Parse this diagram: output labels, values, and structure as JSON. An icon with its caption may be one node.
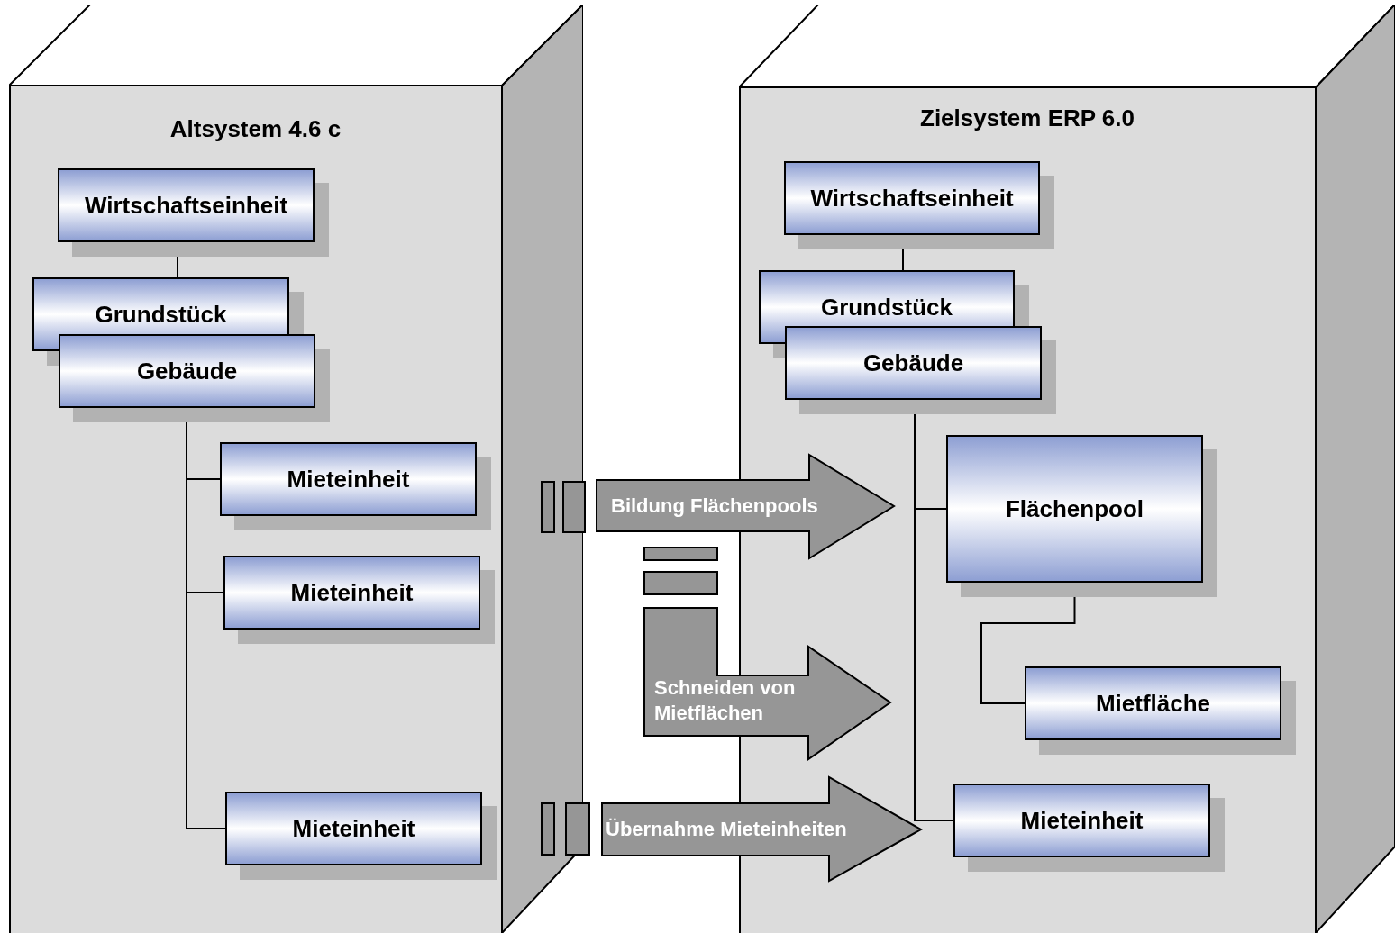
{
  "diagram": {
    "nodes": [
      {
        "text": [
          "Altsystem 4.6 c"
        ]
      },
      {
        "text": [
          "Wirtschaftseinheit"
        ],
        "in": 0
      },
      {
        "text": [
          "Grundstück"
        ],
        "in": 0
      },
      {
        "text": [
          "Gebäude"
        ],
        "in": 0
      },
      {
        "text": [
          "Mieteinheit"
        ],
        "in": 0
      },
      {
        "text": [
          "Mieteinheit"
        ],
        "in": 0
      },
      {
        "text": [
          "Mieteinheit"
        ],
        "in": 0
      },
      {
        "text": [
          "Zielsystem ERP 6.0"
        ]
      },
      {
        "text": [
          "Wirtschaftseinheit"
        ],
        "in": 7
      },
      {
        "text": [
          "Grundstück"
        ],
        "in": 7
      },
      {
        "text": [
          "Gebäude"
        ],
        "in": 7
      },
      {
        "text": [
          "Flächenpool"
        ],
        "in": 7
      },
      {
        "text": [
          "Mietfläche"
        ],
        "in": 7
      },
      {
        "text": [
          "Mieteinheit"
        ],
        "in": 7
      }
    ],
    "edges": [
      {
        "from": 1,
        "to": 2,
        "arrow": "none"
      },
      {
        "from": 3,
        "to": 4,
        "arrow": "none"
      },
      {
        "from": 3,
        "to": 5,
        "arrow": "none"
      },
      {
        "from": 3,
        "to": 6,
        "arrow": "none"
      },
      {
        "from": 8,
        "to": 9,
        "arrow": "none"
      },
      {
        "from": 10,
        "to": 11,
        "arrow": "none"
      },
      {
        "from": 10,
        "to": 13,
        "arrow": "none"
      },
      {
        "from": 11,
        "to": 12,
        "arrow": "none"
      },
      {
        "from": 0,
        "to": 7,
        "arrow": "to",
        "label": "Bildung Flächenpools",
        "style": "thick",
        "color": "#969696"
      },
      {
        "from": 0,
        "to": 7,
        "arrow": "to",
        "label": "Schneiden von Mietflächen",
        "style": "thick",
        "color": "#969696"
      },
      {
        "from": 0,
        "to": 7,
        "arrow": "to",
        "label": "Übernahme Mieteinheiten",
        "style": "thick",
        "color": "#969696"
      }
    ]
  }
}
